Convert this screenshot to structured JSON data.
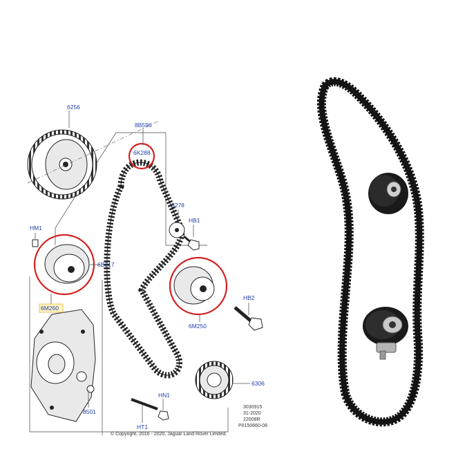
{
  "labels": {
    "p6256": "6256",
    "p8B596": "8B596",
    "p6K288": "6K288",
    "p6278": "6278",
    "pHB1": "HB1",
    "pHM1": "HM1",
    "p6B217": "6B217",
    "p6M260": "6M260",
    "p6M250": "6M250",
    "pHB2": "HB2",
    "p6306": "6306",
    "p8501": "8501",
    "pHN1": "HN1",
    "pHT1": "HT1"
  },
  "info": {
    "line1": "3030915",
    "line2": "31-2020",
    "line3": "22008R",
    "line4": "P0150660-08",
    "copyright": "© Copyright, 2016 - 2020, Jaguar Land Rover Limited."
  },
  "colors": {
    "label_blue": "#1e3fa8",
    "highlight_red": "#d42020",
    "highlight_box": "#fff4c2"
  }
}
